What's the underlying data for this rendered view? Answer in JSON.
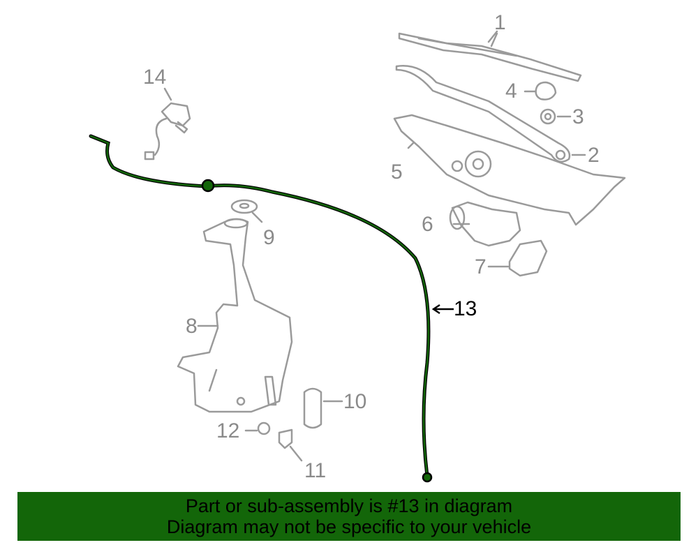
{
  "diagram": {
    "highlight_color": "#136609",
    "callouts": [
      {
        "id": "1",
        "label": "1"
      },
      {
        "id": "2",
        "label": "2"
      },
      {
        "id": "3",
        "label": "3"
      },
      {
        "id": "4",
        "label": "4"
      },
      {
        "id": "5",
        "label": "5"
      },
      {
        "id": "6",
        "label": "6"
      },
      {
        "id": "7",
        "label": "7"
      },
      {
        "id": "8",
        "label": "8"
      },
      {
        "id": "9",
        "label": "9"
      },
      {
        "id": "10",
        "label": "10"
      },
      {
        "id": "11",
        "label": "11"
      },
      {
        "id": "12",
        "label": "12"
      },
      {
        "id": "13",
        "label": "13"
      },
      {
        "id": "14",
        "label": "14"
      }
    ]
  },
  "banner": {
    "line1": "Part or sub-assembly is #13 in diagram",
    "line2": "Diagram may not be specific to your vehicle",
    "background": "#136609"
  }
}
